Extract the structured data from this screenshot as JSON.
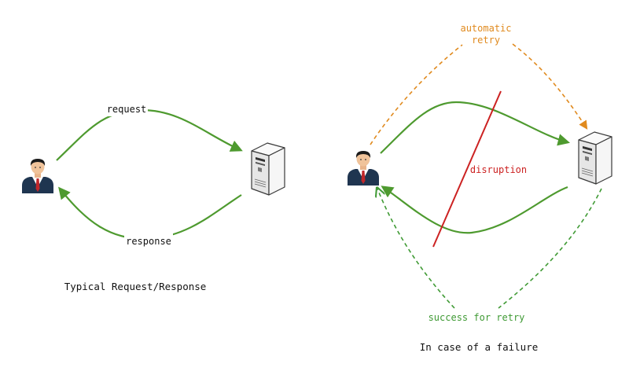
{
  "left_diagram": {
    "request_label": "request",
    "response_label": "response",
    "caption": "Typical Request/Response"
  },
  "right_diagram": {
    "automatic_retry_line1": "automatic",
    "automatic_retry_line2": "retry",
    "disruption_label": "disruption",
    "success_label": "success for retry",
    "caption": "In case of a failure"
  },
  "icons": {
    "client": "user-icon",
    "server": "server-icon"
  },
  "colors": {
    "flow_green": "#4e9a2f",
    "retry_orange": "#e08a1e",
    "disruption_red": "#cc2222",
    "success_green": "#3f9a34",
    "text": "#111111"
  }
}
